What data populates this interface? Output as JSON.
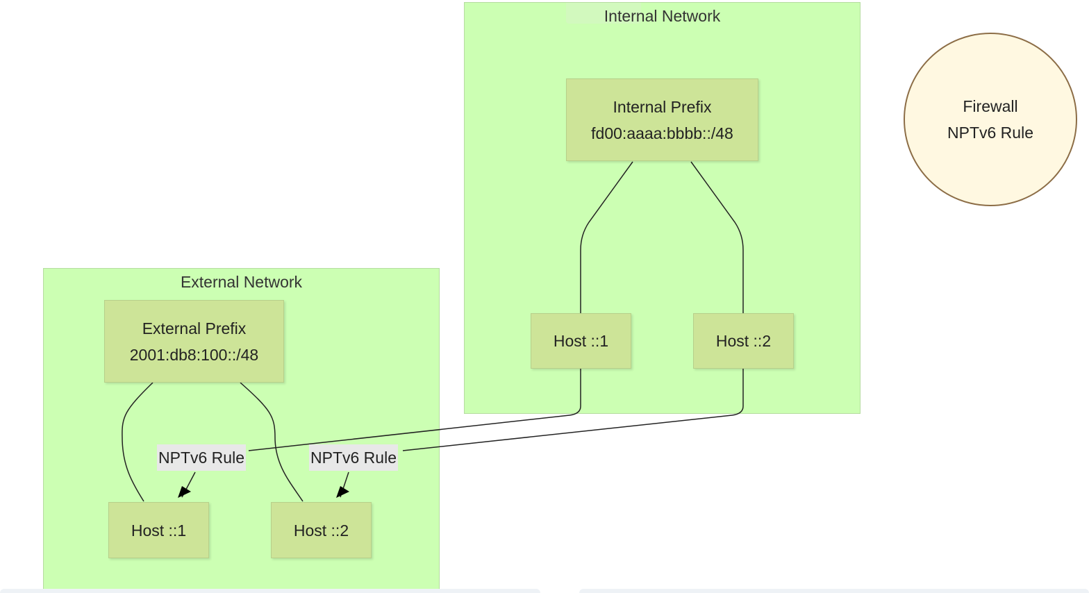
{
  "clusters": {
    "internal": {
      "title": "Internal Network"
    },
    "external": {
      "title": "External Network"
    }
  },
  "nodes": {
    "internal_prefix": {
      "line1": "Internal Prefix",
      "line2": "fd00:aaaa:bbbb::/48"
    },
    "internal_host1": {
      "label": "Host ::1"
    },
    "internal_host2": {
      "label": "Host ::2"
    },
    "external_prefix": {
      "line1": "External Prefix",
      "line2": "2001:db8:100::/48"
    },
    "external_host1": {
      "label": "Host ::1"
    },
    "external_host2": {
      "label": "Host ::2"
    },
    "firewall": {
      "line1": "Firewall",
      "line2": "NPTv6 Rule"
    }
  },
  "edges": {
    "rule1_label": "NPTv6 Rule",
    "rule2_label": "NPTv6 Rule"
  },
  "colors": {
    "cluster_fill": "#ccffb3",
    "node_fill": "#cde498",
    "firewall_fill": "#fff8e1",
    "firewall_border": "#8c6d46",
    "edge_label_bg": "#e8e8e8"
  }
}
